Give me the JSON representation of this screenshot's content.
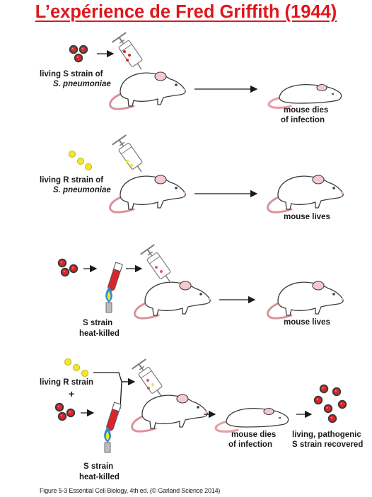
{
  "title": "L’expérience de Fred Griffith (1944)",
  "rows": [
    {
      "label_line1": "living S strain of",
      "label_line2": "S. pneumoniae",
      "result_line1": "mouse dies",
      "result_line2": "of infection"
    },
    {
      "label_line1": "living R strain of",
      "label_line2": "S. pneumoniae",
      "result_line1": "mouse lives"
    },
    {
      "label_line1": "S strain",
      "label_line2": "heat-killed",
      "result_line1": "mouse lives"
    },
    {
      "label_top": "living R strain",
      "plus": "+",
      "label_line1": "S strain",
      "label_line2": "heat-killed",
      "mid_line1": "mouse dies",
      "mid_line2": "of infection",
      "result_line1": "living, pathogenic",
      "result_line2": "S strain recovered"
    }
  ],
  "caption": "Figure 5-3  Essential Cell Biology, 4th ed. (© Garland Science 2014)",
  "colors": {
    "title": "#e0161b",
    "s_strain": "#d9262a",
    "r_strain": "#f2e62a",
    "mouse_tail": "#e8a0a8",
    "flame": "#2a8fd6"
  }
}
